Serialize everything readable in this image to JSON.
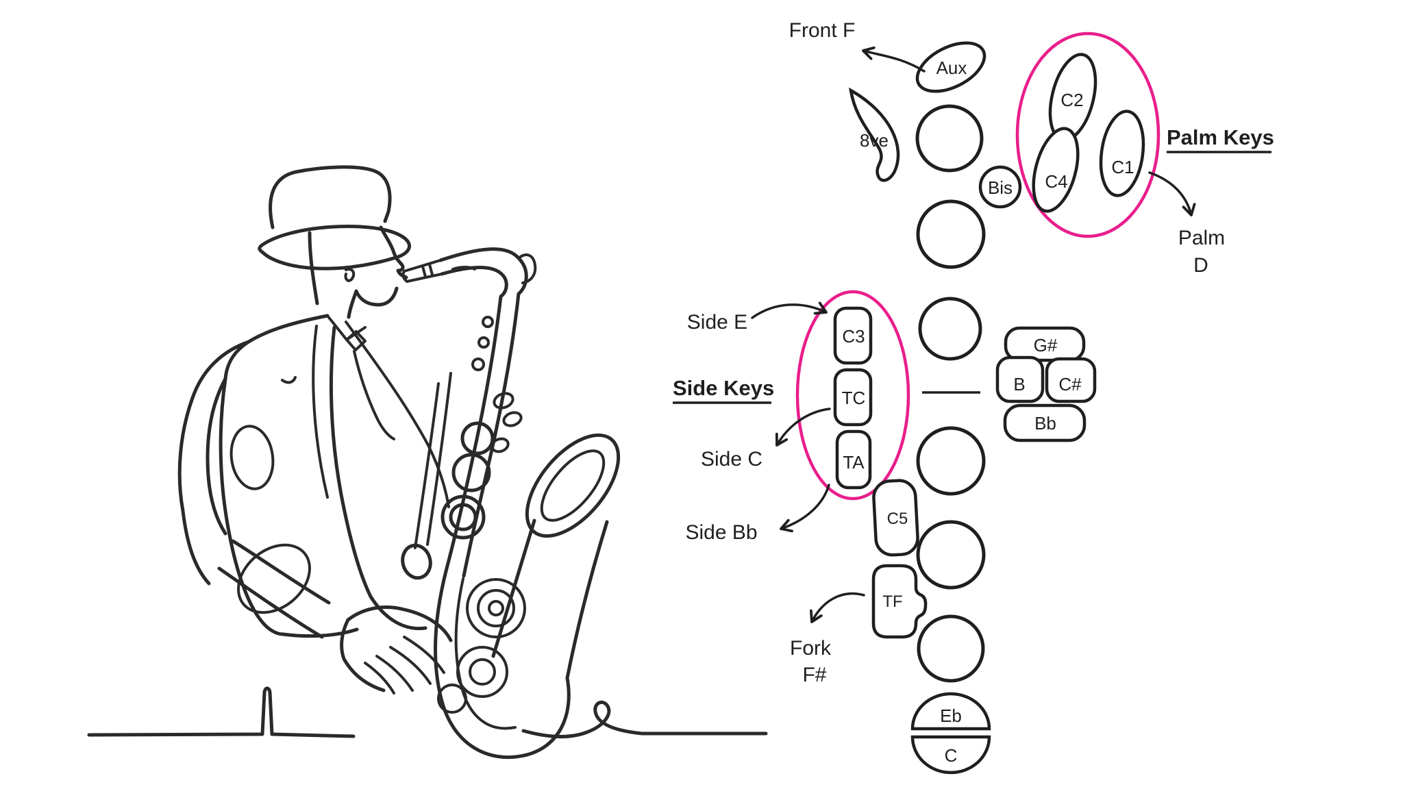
{
  "colors": {
    "highlight": "#E91E8C",
    "ink": "#1F1F1F",
    "line_art": "#2A2A2A",
    "background": "#FFFFFF"
  },
  "diagram": {
    "annotations": {
      "front_f": "Front F",
      "palm_keys_heading": "Palm Keys",
      "palm_d": [
        "Palm",
        "D"
      ],
      "side_e": "Side E",
      "side_keys_heading": "Side Keys",
      "side_c": "Side C",
      "side_bb": "Side Bb",
      "fork_f_sharp": [
        "Fork",
        "F#"
      ]
    },
    "keys": {
      "aux": "Aux",
      "octave": "8ve",
      "bis": "Bis",
      "palm": [
        "C2",
        "C4",
        "C1"
      ],
      "side": [
        "C3",
        "TC",
        "TA"
      ],
      "pinky": [
        "G#",
        "B",
        "C#",
        "Bb"
      ],
      "c5": "C5",
      "tf": "TF",
      "eb": "Eb",
      "c": "C"
    }
  }
}
